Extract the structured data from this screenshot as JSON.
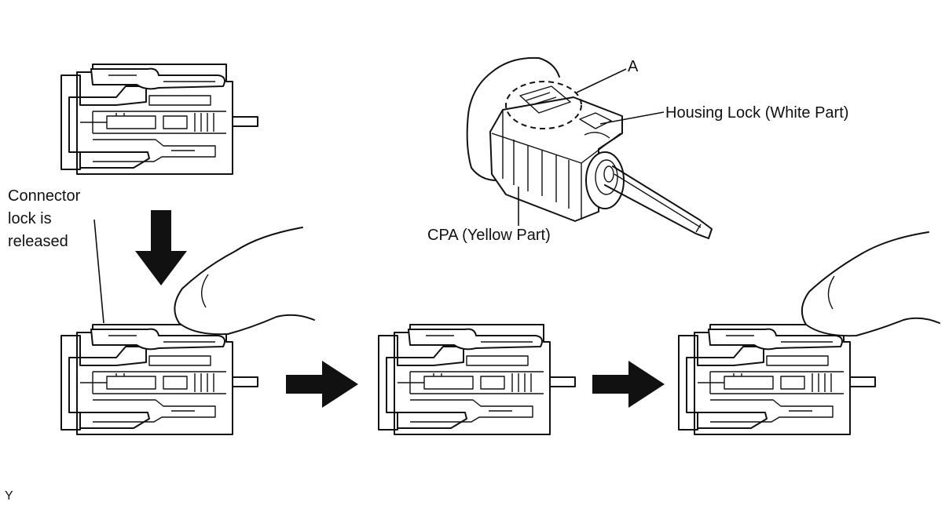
{
  "labels": {
    "connector_lock": [
      "Connector",
      "lock is",
      "released"
    ],
    "a": "A",
    "housing_lock": "Housing Lock (White Part)",
    "cpa": "CPA (Yellow Part)",
    "figure_code": "Y"
  }
}
